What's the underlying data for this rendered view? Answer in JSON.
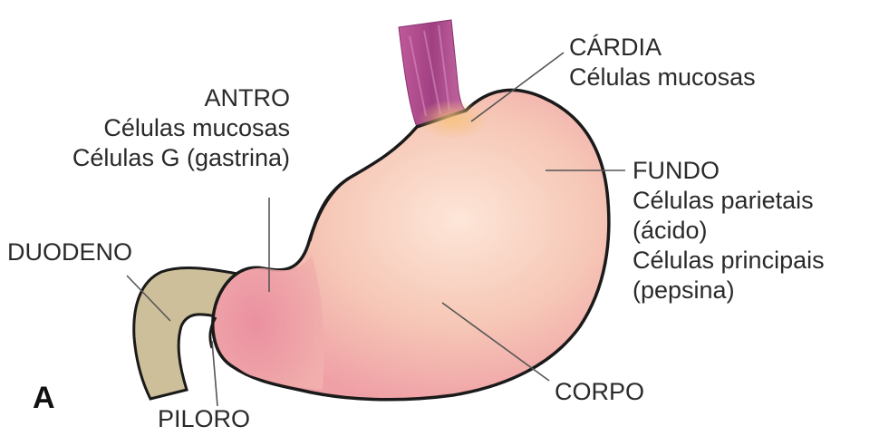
{
  "labels": {
    "cardia": {
      "title": "CÁRDIA",
      "lines": [
        "Células mucosas"
      ]
    },
    "antro": {
      "title": "ANTRO",
      "lines": [
        "Células mucosas",
        "Células G (gastrina)"
      ]
    },
    "fundo": {
      "title": "FUNDO",
      "lines": [
        "Células parietais",
        "(ácido)",
        "Células principais",
        "(pepsina)"
      ]
    },
    "duodeno": {
      "title": "DUODENO"
    },
    "corpo": {
      "title": "CORPO"
    },
    "piloro": {
      "title": "PILORO"
    },
    "panel": "A"
  },
  "colors": {
    "stomach_pink": "#f3b8a8",
    "antrum_pink": "#e98a9a",
    "esophagus": "#b04a8e",
    "duodenum": "#cdbf9a",
    "outline": "#1a1a1a",
    "text": "#2a2a2a"
  }
}
